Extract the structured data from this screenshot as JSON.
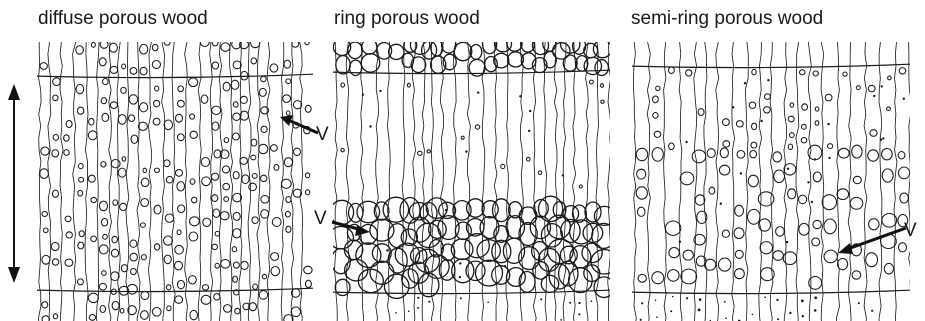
{
  "panels": [
    {
      "id": "diffuse",
      "title": "diffuse porous wood",
      "vessel_label": "V"
    },
    {
      "id": "ring",
      "title": "ring porous wood",
      "vessel_label": "V"
    },
    {
      "id": "semi",
      "title": "semi-ring porous wood",
      "vessel_label": "V"
    }
  ],
  "colors": {
    "ink": "#1a1a1a",
    "paper": "#ffffff"
  },
  "icons": {
    "growth_direction": "double-headed-arrow"
  }
}
